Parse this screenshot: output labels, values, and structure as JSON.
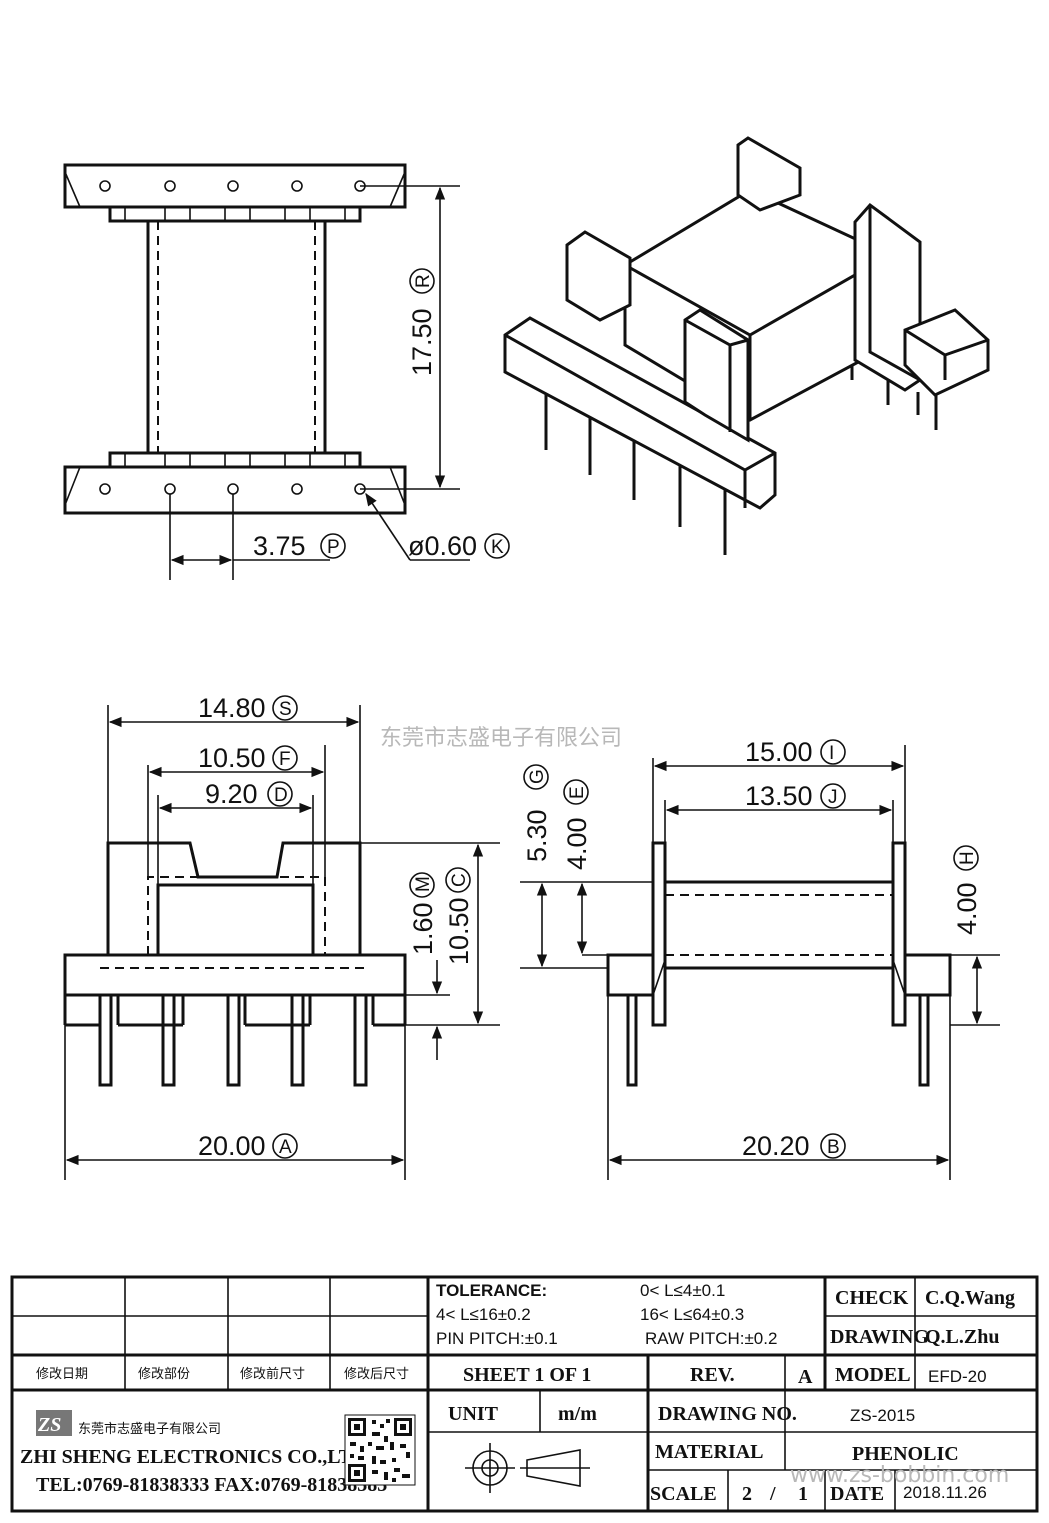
{
  "dimensions": {
    "height_r": "17.50",
    "pitch_p": "3.75",
    "pin_dia_k": "ø0.60",
    "width_s": "14.80",
    "width_f": "10.50",
    "width_d": "9.20",
    "width_a": "20.00",
    "height_g": "5.30",
    "height_e": "4.00",
    "height_m": "1.60",
    "height_c": "10.50",
    "length_i": "15.00",
    "length_j": "13.50",
    "height_h": "4.00",
    "length_b": "20.20"
  },
  "markers": {
    "r": "R",
    "p": "P",
    "k": "K",
    "s": "S",
    "f": "F",
    "d": "D",
    "a": "A",
    "g": "G",
    "e": "E",
    "m": "M",
    "c": "C",
    "i": "I",
    "j": "J",
    "h": "H",
    "b": "B"
  },
  "watermark_center": "东莞市志盛电子有限公司",
  "watermark_corner": "www.zs-bobbin.com",
  "title_block": {
    "tolerance_label": "TOLERANCE:",
    "tol_1": "0< L≤4±0.1",
    "tol_2": "4< L≤16±0.2",
    "tol_3": "16< L≤64±0.3",
    "pin_pitch": "PIN PITCH:±0.1",
    "raw_pitch": "RAW PITCH:±0.2",
    "check_label": "CHECK",
    "check_value": "C.Q.Wang",
    "drawing_label": "DRAWING",
    "drawing_value": "Q.L.Zhu",
    "rev_headers": [
      "修改日期",
      "修改部份",
      "修改前尺寸",
      "修改后尺寸"
    ],
    "sheet": "SHEET 1 OF 1",
    "rev_label": "REV.",
    "rev_value": "A",
    "model_label": "MODEL",
    "model_value": "EFD-20",
    "unit_label": "UNIT",
    "unit_value": "m/m",
    "drawing_no_label": "DRAWING NO.",
    "drawing_no_value": "ZS-2015",
    "material_label": "MATERIAL",
    "material_value": "PHENOLIC",
    "scale_label": "SCALE",
    "scale_num": "2",
    "scale_sep": "/",
    "scale_den": "1",
    "date_label": "DATE",
    "date_value": "2018.11.26",
    "company_cn": "东莞市志盛电子有限公司",
    "company_en": "ZHI SHENG ELECTRONICS CO.,LTD",
    "contact": "TEL:0769-81838333 FAX:0769-81838383",
    "logo_text": "ZS"
  }
}
